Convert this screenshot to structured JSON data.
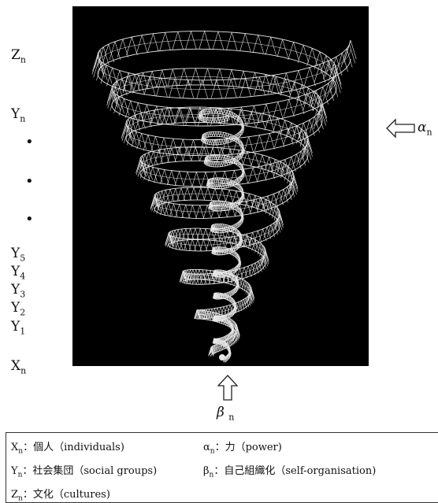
{
  "levels": {
    "z": {
      "base": "Z",
      "sub": "n"
    },
    "y": {
      "base": "Y",
      "sub": "n"
    },
    "y5": {
      "base": "Y",
      "sub": "5"
    },
    "y4": {
      "base": "Y",
      "sub": "4"
    },
    "y3": {
      "base": "Y",
      "sub": "3"
    },
    "y2": {
      "base": "Y",
      "sub": "2"
    },
    "y1": {
      "base": "Y",
      "sub": "1"
    },
    "x": {
      "base": "X",
      "sub": "n"
    },
    "dot": "•"
  },
  "alpha": {
    "symbol": "α",
    "sub": "n"
  },
  "beta": {
    "symbol": "β",
    "sub": "n"
  },
  "legend": {
    "xn": {
      "base": "X",
      "sub": "n",
      "text": "：個人（individuals)"
    },
    "yn": {
      "base": "Y",
      "sub": "n",
      "text": "：社会集団（social groups)"
    },
    "zn": {
      "base": "Z",
      "sub": "n",
      "text": "：文化（cultures)"
    },
    "an": {
      "base": "α",
      "sub": "n",
      "text": "：力（power)"
    },
    "bn": {
      "base": "β",
      "sub": "n",
      "text": "：自己組織化（self-organisation)"
    }
  },
  "colors": {
    "background": "#000000",
    "wire": "#e8e8e8",
    "page": "#ffffff"
  }
}
